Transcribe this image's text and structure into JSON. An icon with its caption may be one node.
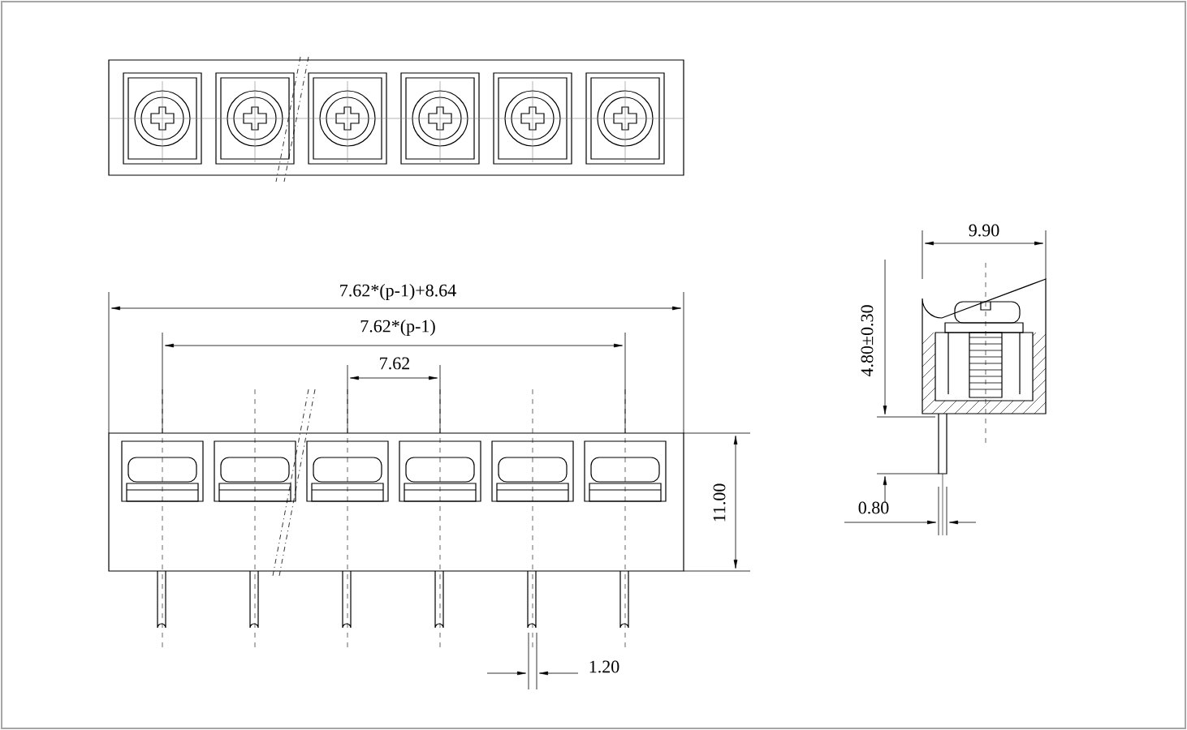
{
  "diagram": {
    "labels": [
      "7.62*(p-1)+8.64",
      "7.62*(p-1)",
      "7.62",
      "11.00",
      "1.20",
      "9.90",
      "4.80±0.30",
      "0.80"
    ]
  }
}
